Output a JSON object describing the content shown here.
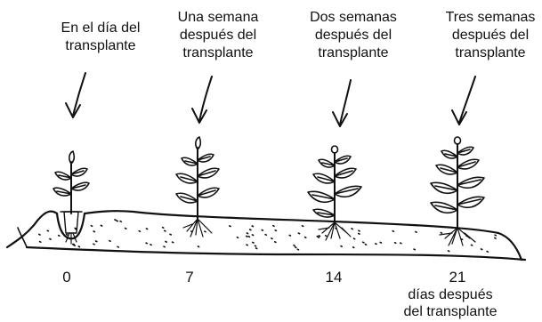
{
  "captions": [
    {
      "text": "En el día del\ntransplante"
    },
    {
      "text": "Una semana\ndespués del\ntransplante"
    },
    {
      "text": "Dos semanas\ndespués del\ntransplante"
    },
    {
      "text": "Tres semanas\ndespués del\ntransplante"
    }
  ],
  "ticks": [
    "0",
    "7",
    "14",
    "21"
  ],
  "axis_label": "días después\ndel transplante",
  "icons": [
    "arrow-icon",
    "plant-icon",
    "soil-bed",
    "planting-hole"
  ]
}
